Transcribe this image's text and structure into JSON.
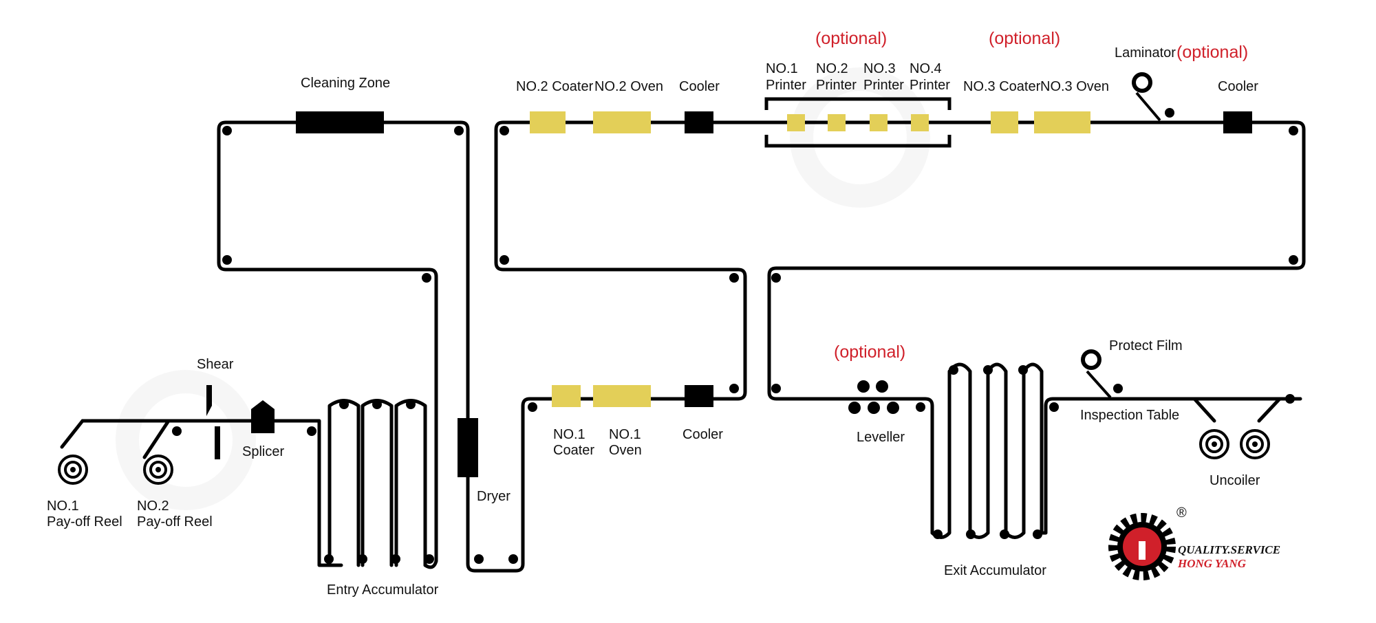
{
  "colors": {
    "strip": "#000000",
    "equipment_yellow": "#e3cf58",
    "equipment_black": "#000000",
    "optional_red": "#d0202a",
    "watermark": "#ececec",
    "logo_red": "#d0202a"
  },
  "labels": {
    "cleaning_zone": "Cleaning Zone",
    "no2_coater": "NO.2 Coater",
    "no2_oven": "NO.2 Oven",
    "cooler_top1": "Cooler",
    "printer1_a": "NO.1",
    "printer1_b": "Printer",
    "printer2_a": "NO.2",
    "printer2_b": "Printer",
    "printer3_a": "NO.3",
    "printer3_b": "Printer",
    "printer4_a": "NO.4",
    "printer4_b": "Printer",
    "no3_coater": "NO.3 Coater",
    "no3_oven": "NO.3 Oven",
    "laminator": "Laminator",
    "cooler_top2": "Cooler",
    "shear": "Shear",
    "splicer": "Splicer",
    "reel1_a": "NO.1",
    "reel1_b": "Pay-off Reel",
    "reel2_a": "NO.2",
    "reel2_b": "Pay-off Reel",
    "entry_accumulator": "Entry Accumulator",
    "dryer": "Dryer",
    "no1_coater_a": "NO.1",
    "no1_coater_b": "Coater",
    "no1_oven_a": "NO.1",
    "no1_oven_b": "Oven",
    "cooler_mid": "Cooler",
    "leveller": "Leveller",
    "exit_accumulator": "Exit Accumulator",
    "protect_film": "Protect Film",
    "inspection_table": "Inspection Table",
    "uncoiler": "Uncoiler",
    "optional_printers": "(optional)",
    "optional_coater3": "(optional)",
    "optional_laminator": "(optional)",
    "optional_leveller": "(optional)"
  },
  "logo": {
    "line1": "QUALITY.SERVICE",
    "line2": "HONG YANG",
    "registered": "®"
  },
  "icons": {
    "logo": "gear-logo-icon",
    "watermark": "gear-watermark-icon"
  }
}
